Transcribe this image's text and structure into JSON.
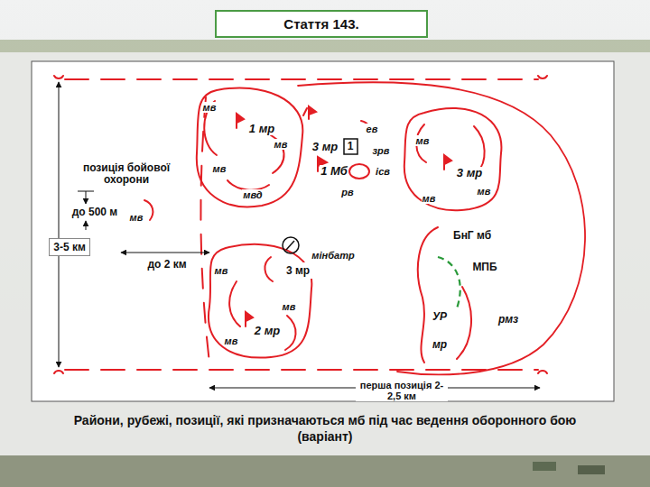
{
  "diagram": {
    "title": "Стаття 143.",
    "caption": "Райони, рубежі, позиції, які призначаються мб під час ведення оборонного бою (варіант)",
    "nodes": [
      {
        "text": [
          "до 500 м"
        ]
      },
      {
        "text": [
          "мв"
        ]
      },
      {
        "text": [
          "3-5 км"
        ]
      },
      {
        "text": [
          "3 мр"
        ]
      },
      {
        "text": [
          "БнГ мб"
        ]
      }
    ],
    "labels": [
      "мв",
      "1 мр",
      "мв",
      "3 мр",
      "ев",
      "зрв",
      "1 Мб",
      "ісв",
      "рв",
      "мв",
      "мв",
      "3 мр",
      "мвд",
      "позиція бойової охорони",
      "мв",
      "мв",
      "мінбатр",
      "до 2 км",
      "мв",
      "МПБ",
      "мв",
      "УР",
      "рмз",
      "2 мр",
      "мв",
      "мр",
      "перша позиція 2-2,5 км",
      "1"
    ]
  }
}
